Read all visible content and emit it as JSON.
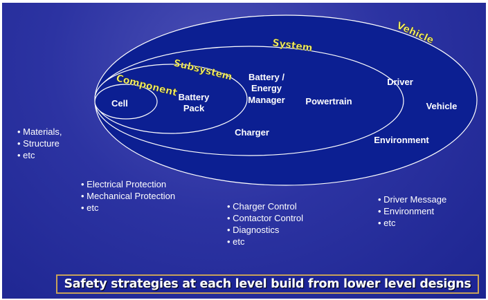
{
  "levels": {
    "vehicle": "Vehicle",
    "system": "System",
    "subsystem": "Subsystem",
    "component": "Component"
  },
  "items": {
    "cell": "Cell",
    "battery_pack": [
      "Battery",
      "Pack"
    ],
    "battery_manager": [
      "Battery /",
      "Energy",
      "Manager"
    ],
    "powertrain": "Powertrain",
    "charger": "Charger",
    "driver": "Driver",
    "vehicle": "Vehicle",
    "environment": "Environment"
  },
  "strategies": {
    "component": [
      "• Materials,",
      "• Structure",
      "• etc"
    ],
    "subsystem": [
      "• Electrical Protection",
      "• Mechanical Protection",
      "• etc"
    ],
    "system": [
      "• Charger Control",
      "• Contactor Control",
      "• Diagnostics",
      "• etc"
    ],
    "vehicle": [
      "• Driver Message",
      "• Environment",
      "• etc"
    ]
  },
  "banner": "Safety strategies at each level build from lower level designs",
  "colors": {
    "ellipse_fill": "#0c1f92",
    "level_label": "#f5f06a",
    "banner_border": "#c8a25a"
  }
}
